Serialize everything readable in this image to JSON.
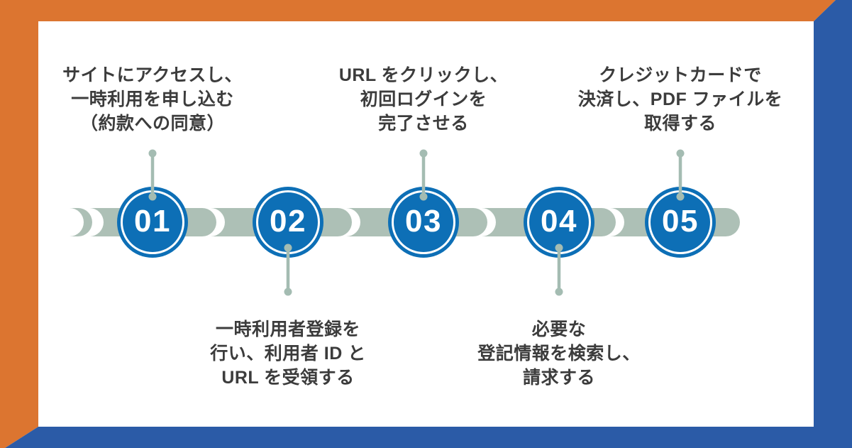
{
  "colors": {
    "frame_orange": "#dc7530",
    "frame_blue": "#2b5ba7",
    "circle_blue": "#0d6fb6",
    "band": "#adc0b6",
    "connector": "#a4bcb2",
    "text": "#3c3c3c",
    "white": "#ffffff"
  },
  "steps": [
    {
      "number": "01",
      "label_position": "above",
      "label_lines": [
        "サイトにアクセスし、",
        "一時利用を申し込む",
        "（約款への同意）"
      ]
    },
    {
      "number": "02",
      "label_position": "below",
      "label_lines": [
        "一時利用者登録を",
        "行い、利用者 ID と",
        "URL を受領する"
      ]
    },
    {
      "number": "03",
      "label_position": "above",
      "label_lines": [
        "URL をクリックし、",
        "初回ログインを",
        "完了させる"
      ]
    },
    {
      "number": "04",
      "label_position": "below",
      "label_lines": [
        "必要な",
        "登記情報を検索し、",
        "請求する"
      ]
    },
    {
      "number": "05",
      "label_position": "above",
      "label_lines": [
        "クレジットカードで",
        "決済し、PDF ファイルを",
        "取得する"
      ]
    }
  ]
}
